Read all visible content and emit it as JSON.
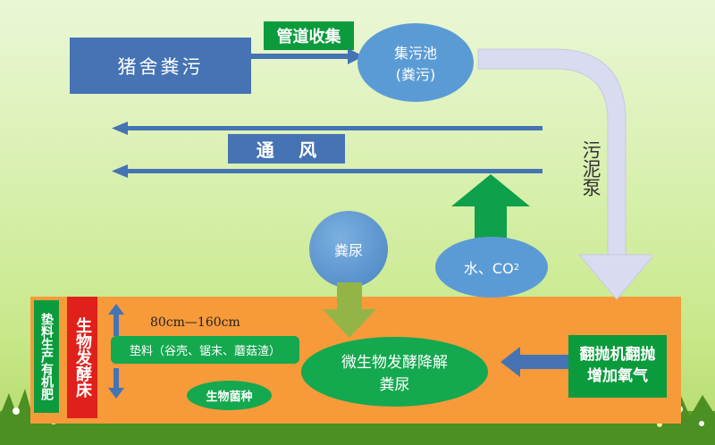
{
  "pigsty": "猪舍粪污",
  "pipe_collect": "管道收集",
  "sewage_pool_line1": "集污池",
  "sewage_pool_line2": "(粪污)",
  "ventilation_1": "通",
  "ventilation_2": "风",
  "sludge_pump": "污泥泵",
  "manure": "粪尿",
  "water_co2": "水、CO",
  "co2_sub": "2",
  "bedding_fertilizer": "垫料生产有机肥",
  "bio_fermentation_bed": "生物发酵床",
  "depth": "80cm—160cm",
  "bedding_material": "垫料（谷壳、锯末、蘑菇渣）",
  "bio_strain": "生物菌种",
  "microbe_decompose_line1": "微生物发酵降解",
  "microbe_decompose_line2": "粪尿",
  "turner_line1": "翻抛机翻抛",
  "turner_line2": "增加氧气",
  "colors": {
    "blue": "#4573b4",
    "light_blue": "#5b9bd5",
    "orange": "#f79a3a",
    "green_dark": "#0b9b3c",
    "green_ellipse": "#14a84f",
    "red": "#e0201b",
    "pump_arrow": "#d9dbf0",
    "manure_arrow": "#93b548"
  }
}
